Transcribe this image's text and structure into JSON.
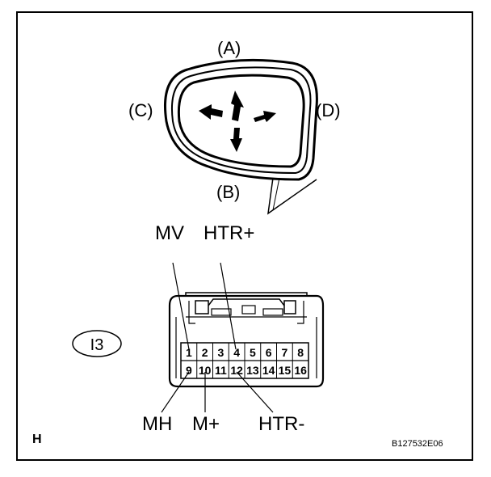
{
  "mirror": {
    "label_a": "(A)",
    "label_b": "(B)",
    "label_c": "(C)",
    "label_d": "(D)"
  },
  "connector": {
    "code": "I3",
    "top_labels": {
      "mv": "MV",
      "htr_plus": "HTR+"
    },
    "bottom_labels": {
      "mh": "MH",
      "m_plus": "M+",
      "htr_minus": "HTR-"
    },
    "pins_top": [
      "1",
      "2",
      "3",
      "4",
      "5",
      "6",
      "7",
      "8"
    ],
    "pins_bottom": [
      "9",
      "10",
      "11",
      "12",
      "13",
      "14",
      "15",
      "16"
    ]
  },
  "footer": {
    "left_mark": "H",
    "figure_id": "B127532E06"
  }
}
